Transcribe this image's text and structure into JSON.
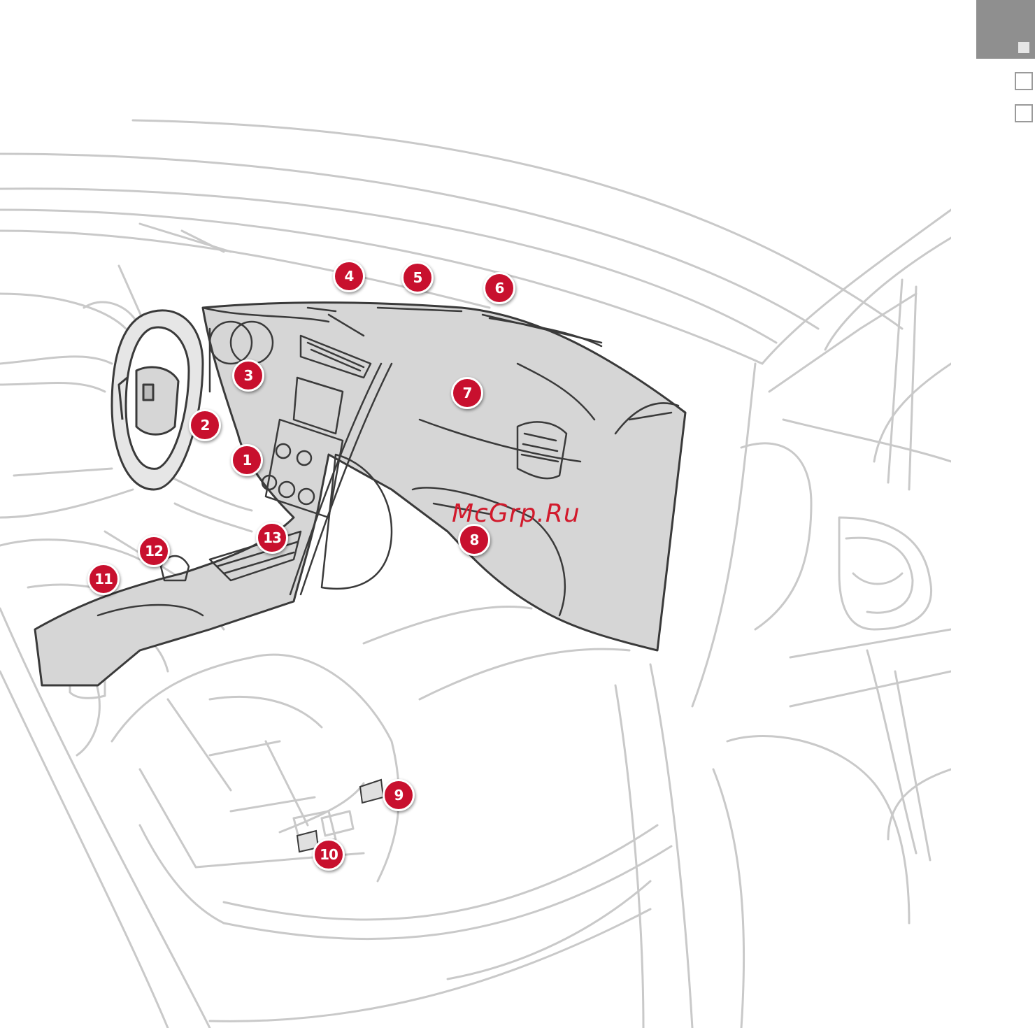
{
  "watermark": "McGrp.Ru",
  "callouts": [
    {
      "id": "c4",
      "label": "4"
    },
    {
      "id": "c5",
      "label": "5"
    },
    {
      "id": "c6",
      "label": "6"
    },
    {
      "id": "c3",
      "label": "3"
    },
    {
      "id": "c7",
      "label": "7"
    },
    {
      "id": "c2",
      "label": "2"
    },
    {
      "id": "c1",
      "label": "1"
    },
    {
      "id": "c8",
      "label": "8"
    },
    {
      "id": "c13",
      "label": "13"
    },
    {
      "id": "c12",
      "label": "12"
    },
    {
      "id": "c11",
      "label": "11"
    },
    {
      "id": "c9",
      "label": "9"
    },
    {
      "id": "c10",
      "label": "10"
    }
  ],
  "colors": {
    "callout": "#c8102e",
    "tab": "#8f8f8f",
    "line": "#c9c9c9",
    "dashboard_fill": "#d6d6d6"
  }
}
